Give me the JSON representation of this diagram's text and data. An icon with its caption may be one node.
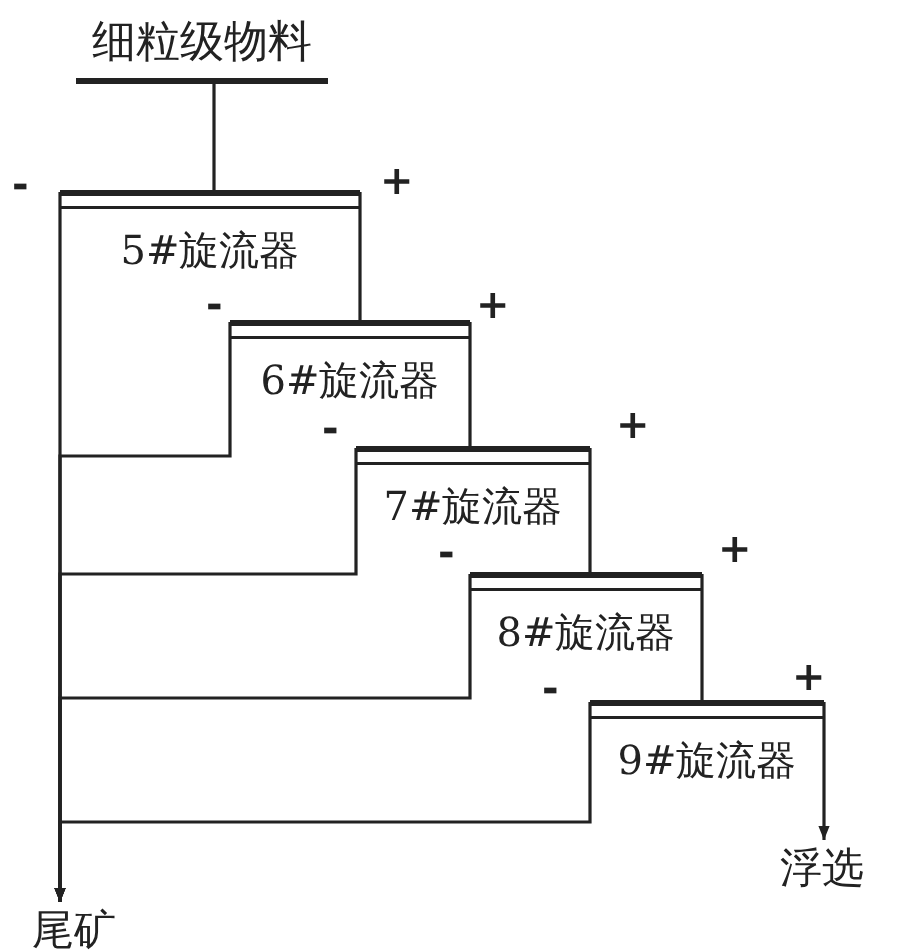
{
  "diagram": {
    "nodes": [
      {
        "text": [
          "细粒级物料"
        ]
      },
      {
        "text": [
          "5#旋流器"
        ],
        "beside": [
          "-",
          "+"
        ]
      },
      {
        "text": [
          "6#旋流器"
        ],
        "beside": [
          "-",
          "+"
        ]
      },
      {
        "text": [
          "7#旋流器"
        ],
        "beside": [
          "-",
          "+"
        ]
      },
      {
        "text": [
          "8#旋流器"
        ],
        "beside": [
          "-",
          "+"
        ]
      },
      {
        "text": [
          "9#旋流器"
        ],
        "beside": [
          "-",
          "+"
        ]
      },
      {
        "text": [
          "尾矿"
        ]
      },
      {
        "text": [
          "浮选"
        ]
      }
    ],
    "edges": [
      {
        "from": 0,
        "to": 1,
        "arrow": "none"
      },
      {
        "from": 1,
        "to": 2,
        "arrow": "none"
      },
      {
        "from": 2,
        "to": 3,
        "arrow": "none"
      },
      {
        "from": 3,
        "to": 4,
        "arrow": "none"
      },
      {
        "from": 4,
        "to": 5,
        "arrow": "none"
      },
      {
        "from": 1,
        "to": 6,
        "arrow": "to"
      },
      {
        "from": 2,
        "to": 6,
        "arrow": "to"
      },
      {
        "from": 3,
        "to": 6,
        "arrow": "to"
      },
      {
        "from": 4,
        "to": 6,
        "arrow": "to"
      },
      {
        "from": 5,
        "to": 6,
        "arrow": "to"
      },
      {
        "from": 5,
        "to": 7,
        "arrow": "to"
      }
    ]
  }
}
